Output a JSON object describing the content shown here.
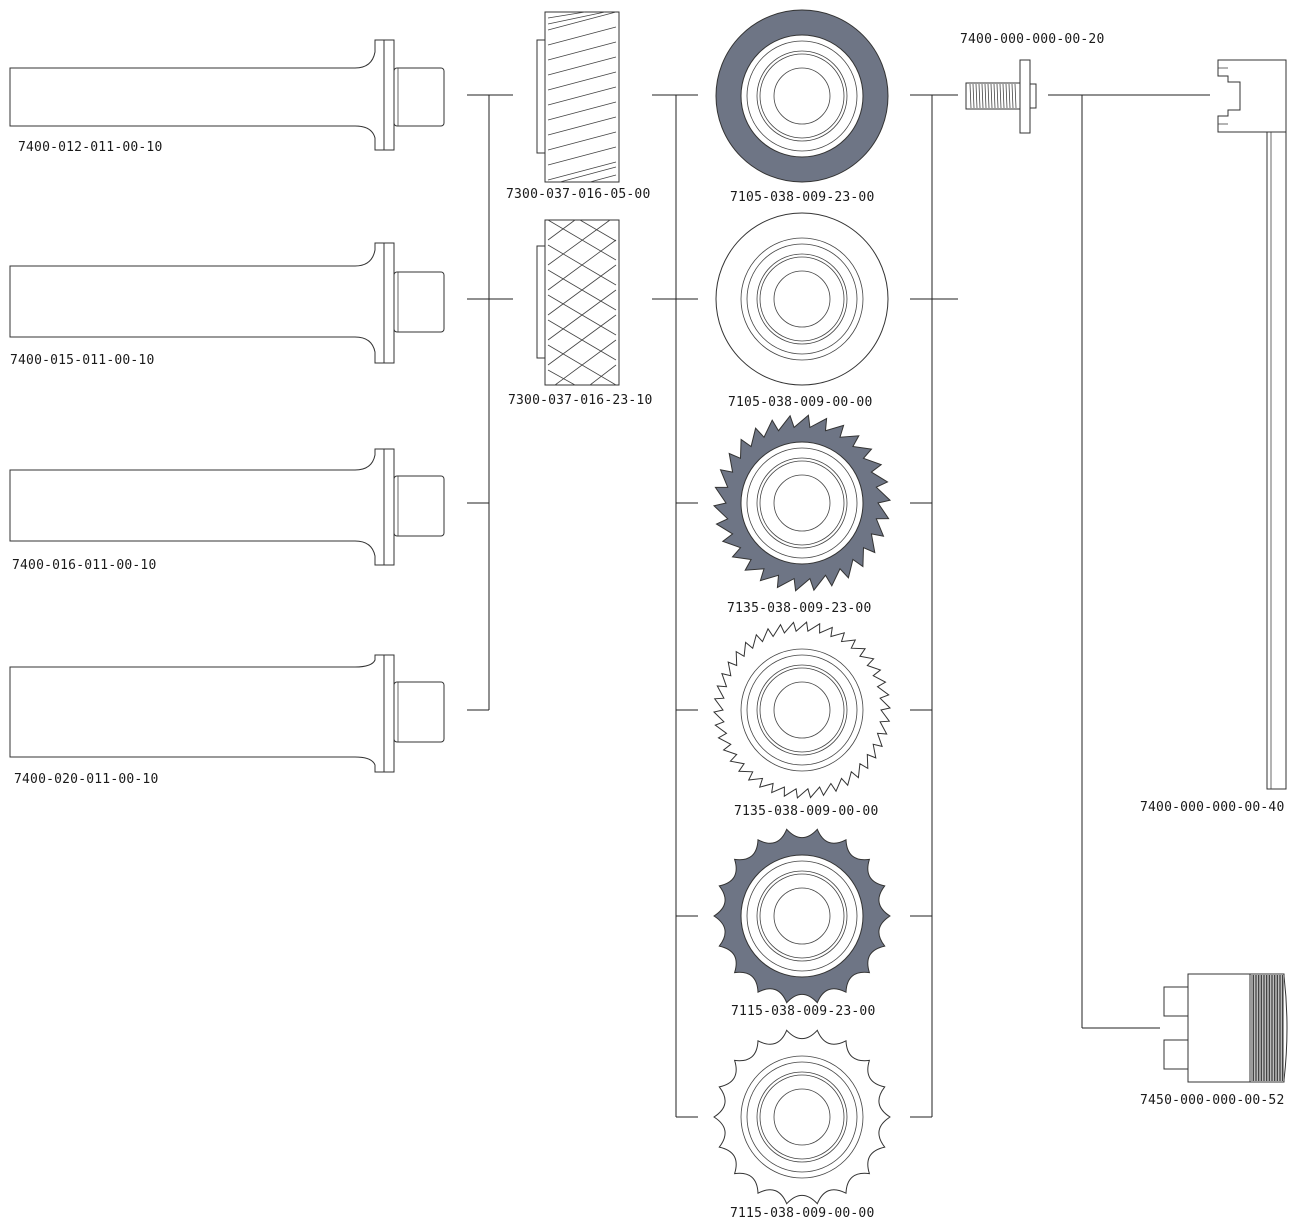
{
  "shanks": [
    {
      "code": "7400-012-011-00-10"
    },
    {
      "code": "7400-015-011-00-10"
    },
    {
      "code": "7400-016-011-00-10"
    },
    {
      "code": "7400-020-011-00-10"
    }
  ],
  "knurl_rolls": [
    {
      "code": "7300-037-016-05-00"
    },
    {
      "code": "7300-037-016-23-10"
    }
  ],
  "wheels": [
    {
      "code": "7105-038-009-23-00"
    },
    {
      "code": "7105-038-009-00-00"
    },
    {
      "code": "7135-038-009-23-00"
    },
    {
      "code": "7135-038-009-00-00"
    },
    {
      "code": "7115-038-009-23-00"
    },
    {
      "code": "7115-038-009-00-00"
    }
  ],
  "bolt": {
    "code": "7400-000-000-00-20"
  },
  "holder": {
    "code": "7400-000-000-00-40"
  },
  "adapter": {
    "code": "7450-000-000-00-52"
  },
  "colors": {
    "accent": "#6e7585",
    "line": "#222222"
  }
}
